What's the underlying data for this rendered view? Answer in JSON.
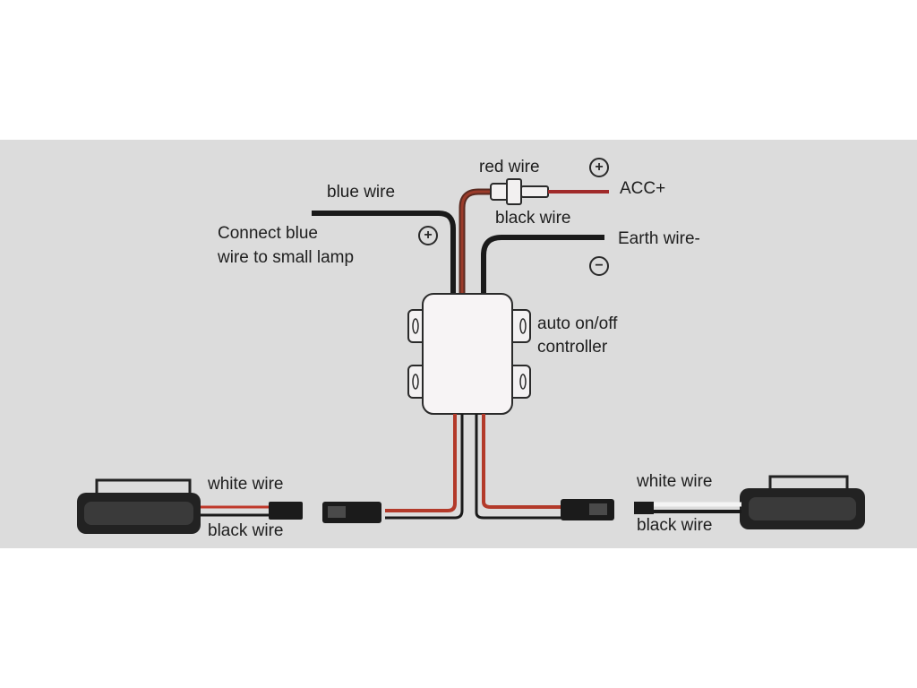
{
  "labels": {
    "red_wire": "red wire",
    "acc": "ACC+",
    "blue_wire": "blue wire",
    "black_wire_top": "black wire",
    "earth_wire": "Earth wire-",
    "connect_blue_line1": "Connect blue",
    "connect_blue_line2": "wire to small lamp",
    "controller_line1": "auto on/off",
    "controller_line2": "controller",
    "white_wire_left": "white wire",
    "black_wire_left": "black wire",
    "white_wire_right": "white wire",
    "black_wire_right": "black wire"
  },
  "symbols": {
    "positive_acc": "+",
    "positive_blue": "+",
    "negative_earth": "−"
  },
  "colors": {
    "background": "#dcdcdc",
    "wire_black": "#1a1a1a",
    "wire_red": "#c0392b",
    "wire_white": "#f4f4f4",
    "controller_fill": "#f7f4f5",
    "lamp_body": "#222222"
  }
}
